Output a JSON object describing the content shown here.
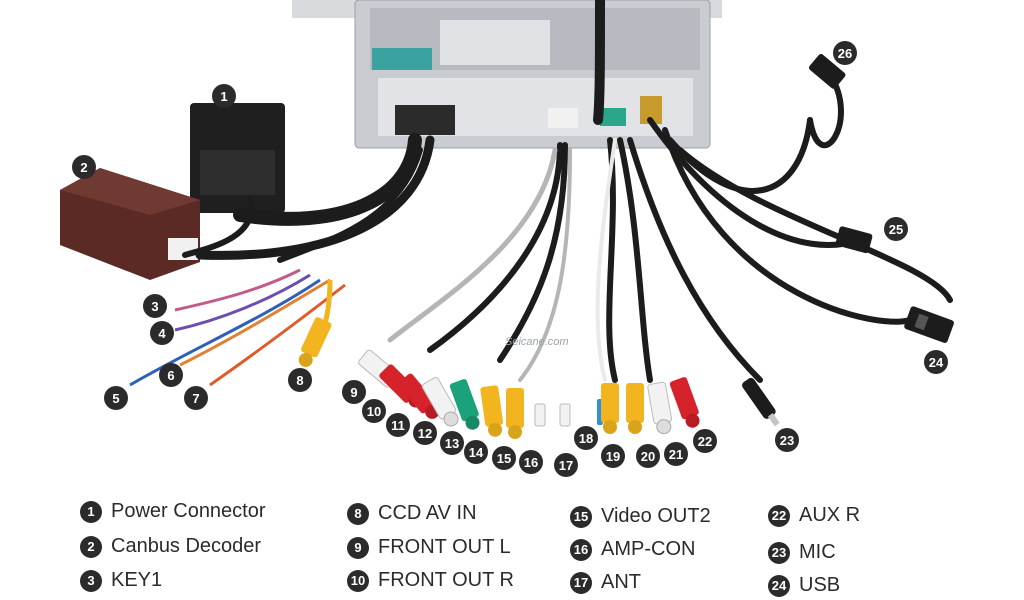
{
  "watermark": "Seicane.com",
  "callouts": [
    {
      "n": "1"
    },
    {
      "n": "2"
    },
    {
      "n": "3"
    },
    {
      "n": "4"
    },
    {
      "n": "5"
    },
    {
      "n": "6"
    },
    {
      "n": "7"
    },
    {
      "n": "8"
    },
    {
      "n": "9"
    },
    {
      "n": "10"
    },
    {
      "n": "11"
    },
    {
      "n": "12"
    },
    {
      "n": "13"
    },
    {
      "n": "14"
    },
    {
      "n": "15"
    },
    {
      "n": "16"
    },
    {
      "n": "17"
    },
    {
      "n": "18"
    },
    {
      "n": "19"
    },
    {
      "n": "20"
    },
    {
      "n": "21"
    },
    {
      "n": "22"
    },
    {
      "n": "23"
    },
    {
      "n": "24"
    },
    {
      "n": "25"
    },
    {
      "n": "26"
    }
  ],
  "legend": [
    {
      "n": "1",
      "label": "Power Connector"
    },
    {
      "n": "2",
      "label": "Canbus Decoder"
    },
    {
      "n": "3",
      "label": "KEY1"
    },
    {
      "n": "8",
      "label": "CCD AV IN"
    },
    {
      "n": "9",
      "label": "FRONT OUT L"
    },
    {
      "n": "10",
      "label": "FRONT OUT R"
    },
    {
      "n": "15",
      "label": "Video OUT2"
    },
    {
      "n": "16",
      "label": "AMP-CON"
    },
    {
      "n": "17",
      "label": "ANT"
    },
    {
      "n": "22",
      "label": "AUX R"
    },
    {
      "n": "23",
      "label": "MIC"
    },
    {
      "n": "24",
      "label": "USB"
    }
  ],
  "colors": {
    "badge": "#2b2b2b",
    "cable": "#1c1c1c",
    "rca_white": "#f2f2f2",
    "rca_red": "#d6222a",
    "rca_yellow": "#f2b51f",
    "rca_green": "#1aa37a",
    "decoder_box": "#5b2a24",
    "head_unit": "#c9ccd1"
  }
}
